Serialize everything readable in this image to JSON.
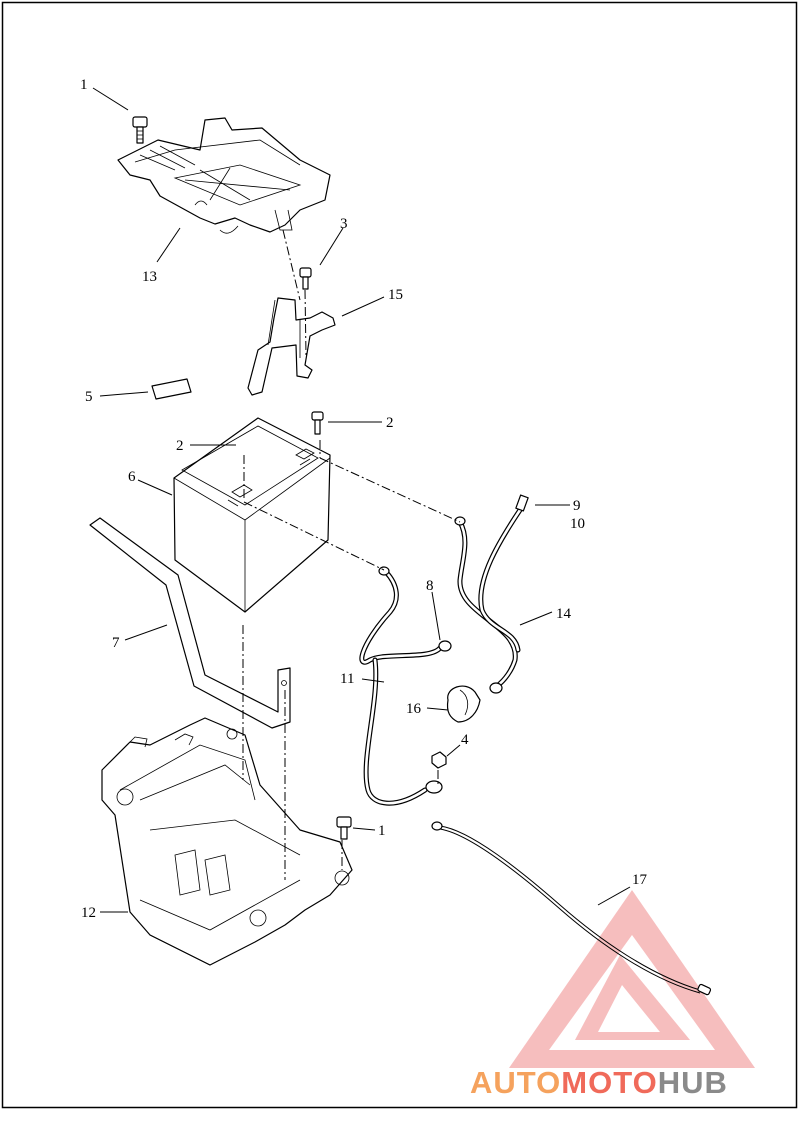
{
  "callouts": [
    {
      "id": "1a",
      "text": "1"
    },
    {
      "id": "13",
      "text": "13"
    },
    {
      "id": "3",
      "text": "3"
    },
    {
      "id": "15",
      "text": "15"
    },
    {
      "id": "5",
      "text": "5"
    },
    {
      "id": "2a",
      "text": "2"
    },
    {
      "id": "2b",
      "text": "2"
    },
    {
      "id": "6",
      "text": "6"
    },
    {
      "id": "9",
      "text": "9"
    },
    {
      "id": "10",
      "text": "10"
    },
    {
      "id": "8",
      "text": "8"
    },
    {
      "id": "14",
      "text": "14"
    },
    {
      "id": "7",
      "text": "7"
    },
    {
      "id": "11",
      "text": "11"
    },
    {
      "id": "16",
      "text": "16"
    },
    {
      "id": "4",
      "text": "4"
    },
    {
      "id": "1b",
      "text": "1"
    },
    {
      "id": "17",
      "text": "17"
    },
    {
      "id": "12",
      "text": "12"
    }
  ],
  "watermark": {
    "part1": "AUTO",
    "part2": "MOTO",
    "part3": "HUB",
    "color_primary": "#f5a25d",
    "color_secondary": "#f06a5a",
    "color_tertiary": "#8a8a8a",
    "logo_color": "#f08a8a"
  },
  "colors": {
    "line": "#000000",
    "background": "#ffffff"
  }
}
